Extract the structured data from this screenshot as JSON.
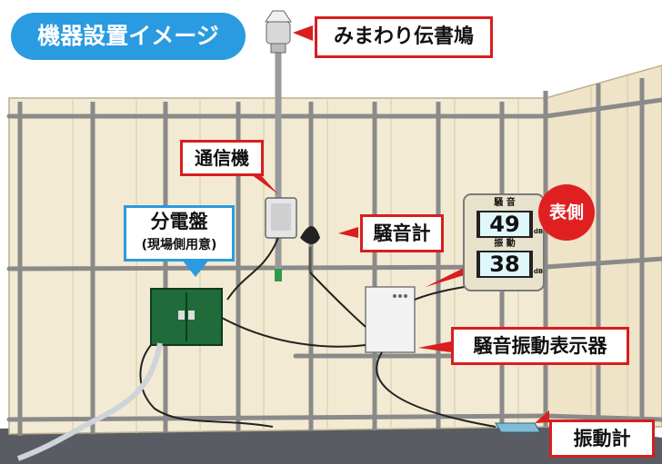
{
  "title": "機器設置イメージ",
  "labels": {
    "pigeon": "みまわり伝書鳩",
    "communicator": "通信機",
    "noise_meter": "騒音計",
    "distribution_board": "分電盤",
    "distribution_board_note": "(現場側用意)",
    "display_unit": "騒音振動表示器",
    "vibration_meter": "振動計"
  },
  "display_panel": {
    "front_badge": "表側",
    "noise_label": "騒 音",
    "noise_value": "49",
    "vibration_label": "振 動",
    "vibration_value": "38",
    "unit": "dB"
  },
  "colors": {
    "accent_blue": "#2a9be0",
    "callout_red": "#d81e1e",
    "wall": "#f3ead3",
    "scaffold": "#8a8a8a",
    "ground": "#5a5c63",
    "panel_green": "#1f6b3a",
    "display_cyan": "#dff6fb"
  }
}
